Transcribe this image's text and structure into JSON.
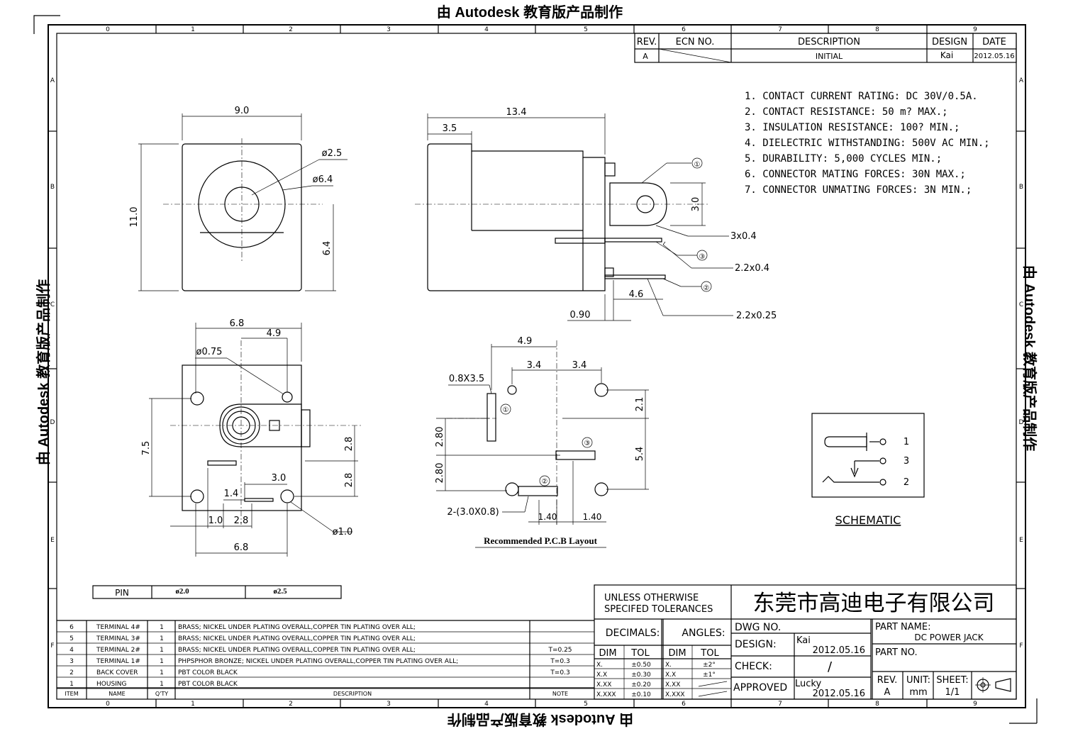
{
  "watermark": {
    "top": "由 Autodesk 教育版产品制作",
    "left": "由 Autodesk 教育版产品制作",
    "right": "由 Autodesk 教育版产品制作",
    "bottom": "由 Autodesk 教育版产品制作"
  },
  "border": {
    "columns": [
      "0",
      "1",
      "2",
      "3",
      "4",
      "5",
      "6",
      "7",
      "8",
      "9"
    ],
    "rows": [
      "A",
      "B",
      "C",
      "D",
      "E",
      "F"
    ]
  },
  "revision_table": {
    "headers": [
      "REV.",
      "ECN NO.",
      "DESCRIPTION",
      "DESIGN",
      "DATE"
    ],
    "row": [
      "A",
      "",
      "INITIAL",
      "Kai",
      "2012.05.16"
    ]
  },
  "specs": [
    "1. CONTACT CURRENT RATING: DC 30V/0.5A.",
    "2. CONTACT RESISTANCE: 50 m? MAX.;",
    "3. INSULATION RESISTANCE: 100? MIN.;",
    "4. DIELECTRIC WITHSTANDING: 500V AC MIN.;",
    "5. DURABILITY: 5,000 CYCLES MIN.;",
    "6. CONNECTOR MATING FORCES: 30N   MAX.;",
    "7. CONNECTOR UNMATING FORCES: 3N MIN.;"
  ],
  "front_view": {
    "width": "9.0",
    "height": "11.0",
    "d_inner": "ø2.5",
    "d_outer": "ø6.4",
    "center_h": "6.4"
  },
  "side_view": {
    "length": "13.4",
    "front": "3.5",
    "pin_w": "3.0",
    "pin1": "3x0.4",
    "pin3": "2.2x0.4",
    "pin2": "2.2x0.25",
    "offset": "4.6",
    "tip": "0.90",
    "markers": [
      "①",
      "③",
      "②"
    ]
  },
  "bottom_view": {
    "d1": "6.8",
    "d2": "4.9",
    "hole": "ø0.75",
    "h": "7.5",
    "p1": "2.8",
    "p2": "2.8",
    "d3": "3.0",
    "d4": "1.4",
    "d5": "1.0",
    "d6": "2.8",
    "d7": "6.8",
    "hole2": "ø1.0"
  },
  "pcb_layout": {
    "title": "Recommended P.C.B Layout",
    "d1": "4.9",
    "d2": "3.4",
    "d3": "3.4",
    "slot": "0.8X3.5",
    "v1": "2.1",
    "v2": "5.4",
    "v3": "2.80",
    "v4": "2.80",
    "slot2": "2-(3.0X0.8)",
    "h1": "1.40",
    "h2": "1.40",
    "markers": [
      "①",
      "③",
      "②"
    ]
  },
  "schematic": {
    "title": "SCHEMATIC",
    "pins": [
      "1",
      "3",
      "2"
    ]
  },
  "pin_table": {
    "label": "PIN",
    "c1": "ø2.0",
    "c2": "ø2.5"
  },
  "bom": {
    "rows": [
      {
        "item": "6",
        "name": "TERMINAL 4#",
        "qty": "1",
        "desc": "BRASS; NICKEL UNDER PLATING OVERALL,COPPER TIN PLATING OVER ALL;",
        "note": ""
      },
      {
        "item": "5",
        "name": "TERMINAL 3#",
        "qty": "1",
        "desc": "BRASS; NICKEL UNDER PLATING OVERALL,COPPER TIN PLATING OVER ALL;",
        "note": ""
      },
      {
        "item": "4",
        "name": "TERMINAL 2#",
        "qty": "1",
        "desc": "BRASS; NICKEL UNDER PLATING OVERALL,COPPER TIN PLATING OVER ALL;",
        "note": "T=0.25"
      },
      {
        "item": "3",
        "name": "TERMINAL 1#",
        "qty": "1",
        "desc": "PHPSPHOR BRONZE; NICKEL UNDER PLATING OVERALL,COPPER TIN PLATING OVER ALL;",
        "note": "T=0.3"
      },
      {
        "item": "2",
        "name": "BACK COVER",
        "qty": "1",
        "desc": "PBT   COLOR BLACK",
        "note": "T=0.3"
      },
      {
        "item": "1",
        "name": "HOUSING",
        "qty": "1",
        "desc": "PBT   COLOR BLACK",
        "note": ""
      }
    ],
    "headers": [
      "ITEM",
      "NAME",
      "Q'TY",
      "DESCRIPTION",
      "NOTE"
    ]
  },
  "title_block": {
    "tol_title1": "UNLESS  OTHERWISE",
    "tol_title2": "SPECIFED  TOLERANCES",
    "decimals": "DECIMALS:",
    "angles": "ANGLES:",
    "dim": "DIM",
    "tol": "TOL",
    "dec_rows": [
      [
        "X.",
        "±0.50"
      ],
      [
        "X.X",
        "±0.30"
      ],
      [
        "X.XX",
        "±0.20"
      ],
      [
        "X.XXX",
        "±0.10"
      ]
    ],
    "ang_rows": [
      [
        "X.",
        "±2°"
      ],
      [
        "X.X",
        "±1°"
      ],
      [
        "X.XX",
        ""
      ],
      [
        "X.XXX",
        ""
      ]
    ],
    "company": "东莞市高迪电子有限公司",
    "dwg_no": "DWG  NO.",
    "design": "DESIGN:",
    "designer": "Kai",
    "design_date": "2012.05.16",
    "check": "CHECK:",
    "check_val": "/",
    "approved": "APPROVED",
    "approver": "Lucky",
    "approved_date": "2012.05.16",
    "part_name_label": "PART  NAME:",
    "part_name": "DC POWER JACK",
    "part_no_label": "PART  NO.",
    "rev_label": "REV.",
    "rev": "A",
    "unit_label": "UNIT:",
    "unit": "mm",
    "sheet_label": "SHEET:",
    "sheet": "1/1"
  }
}
